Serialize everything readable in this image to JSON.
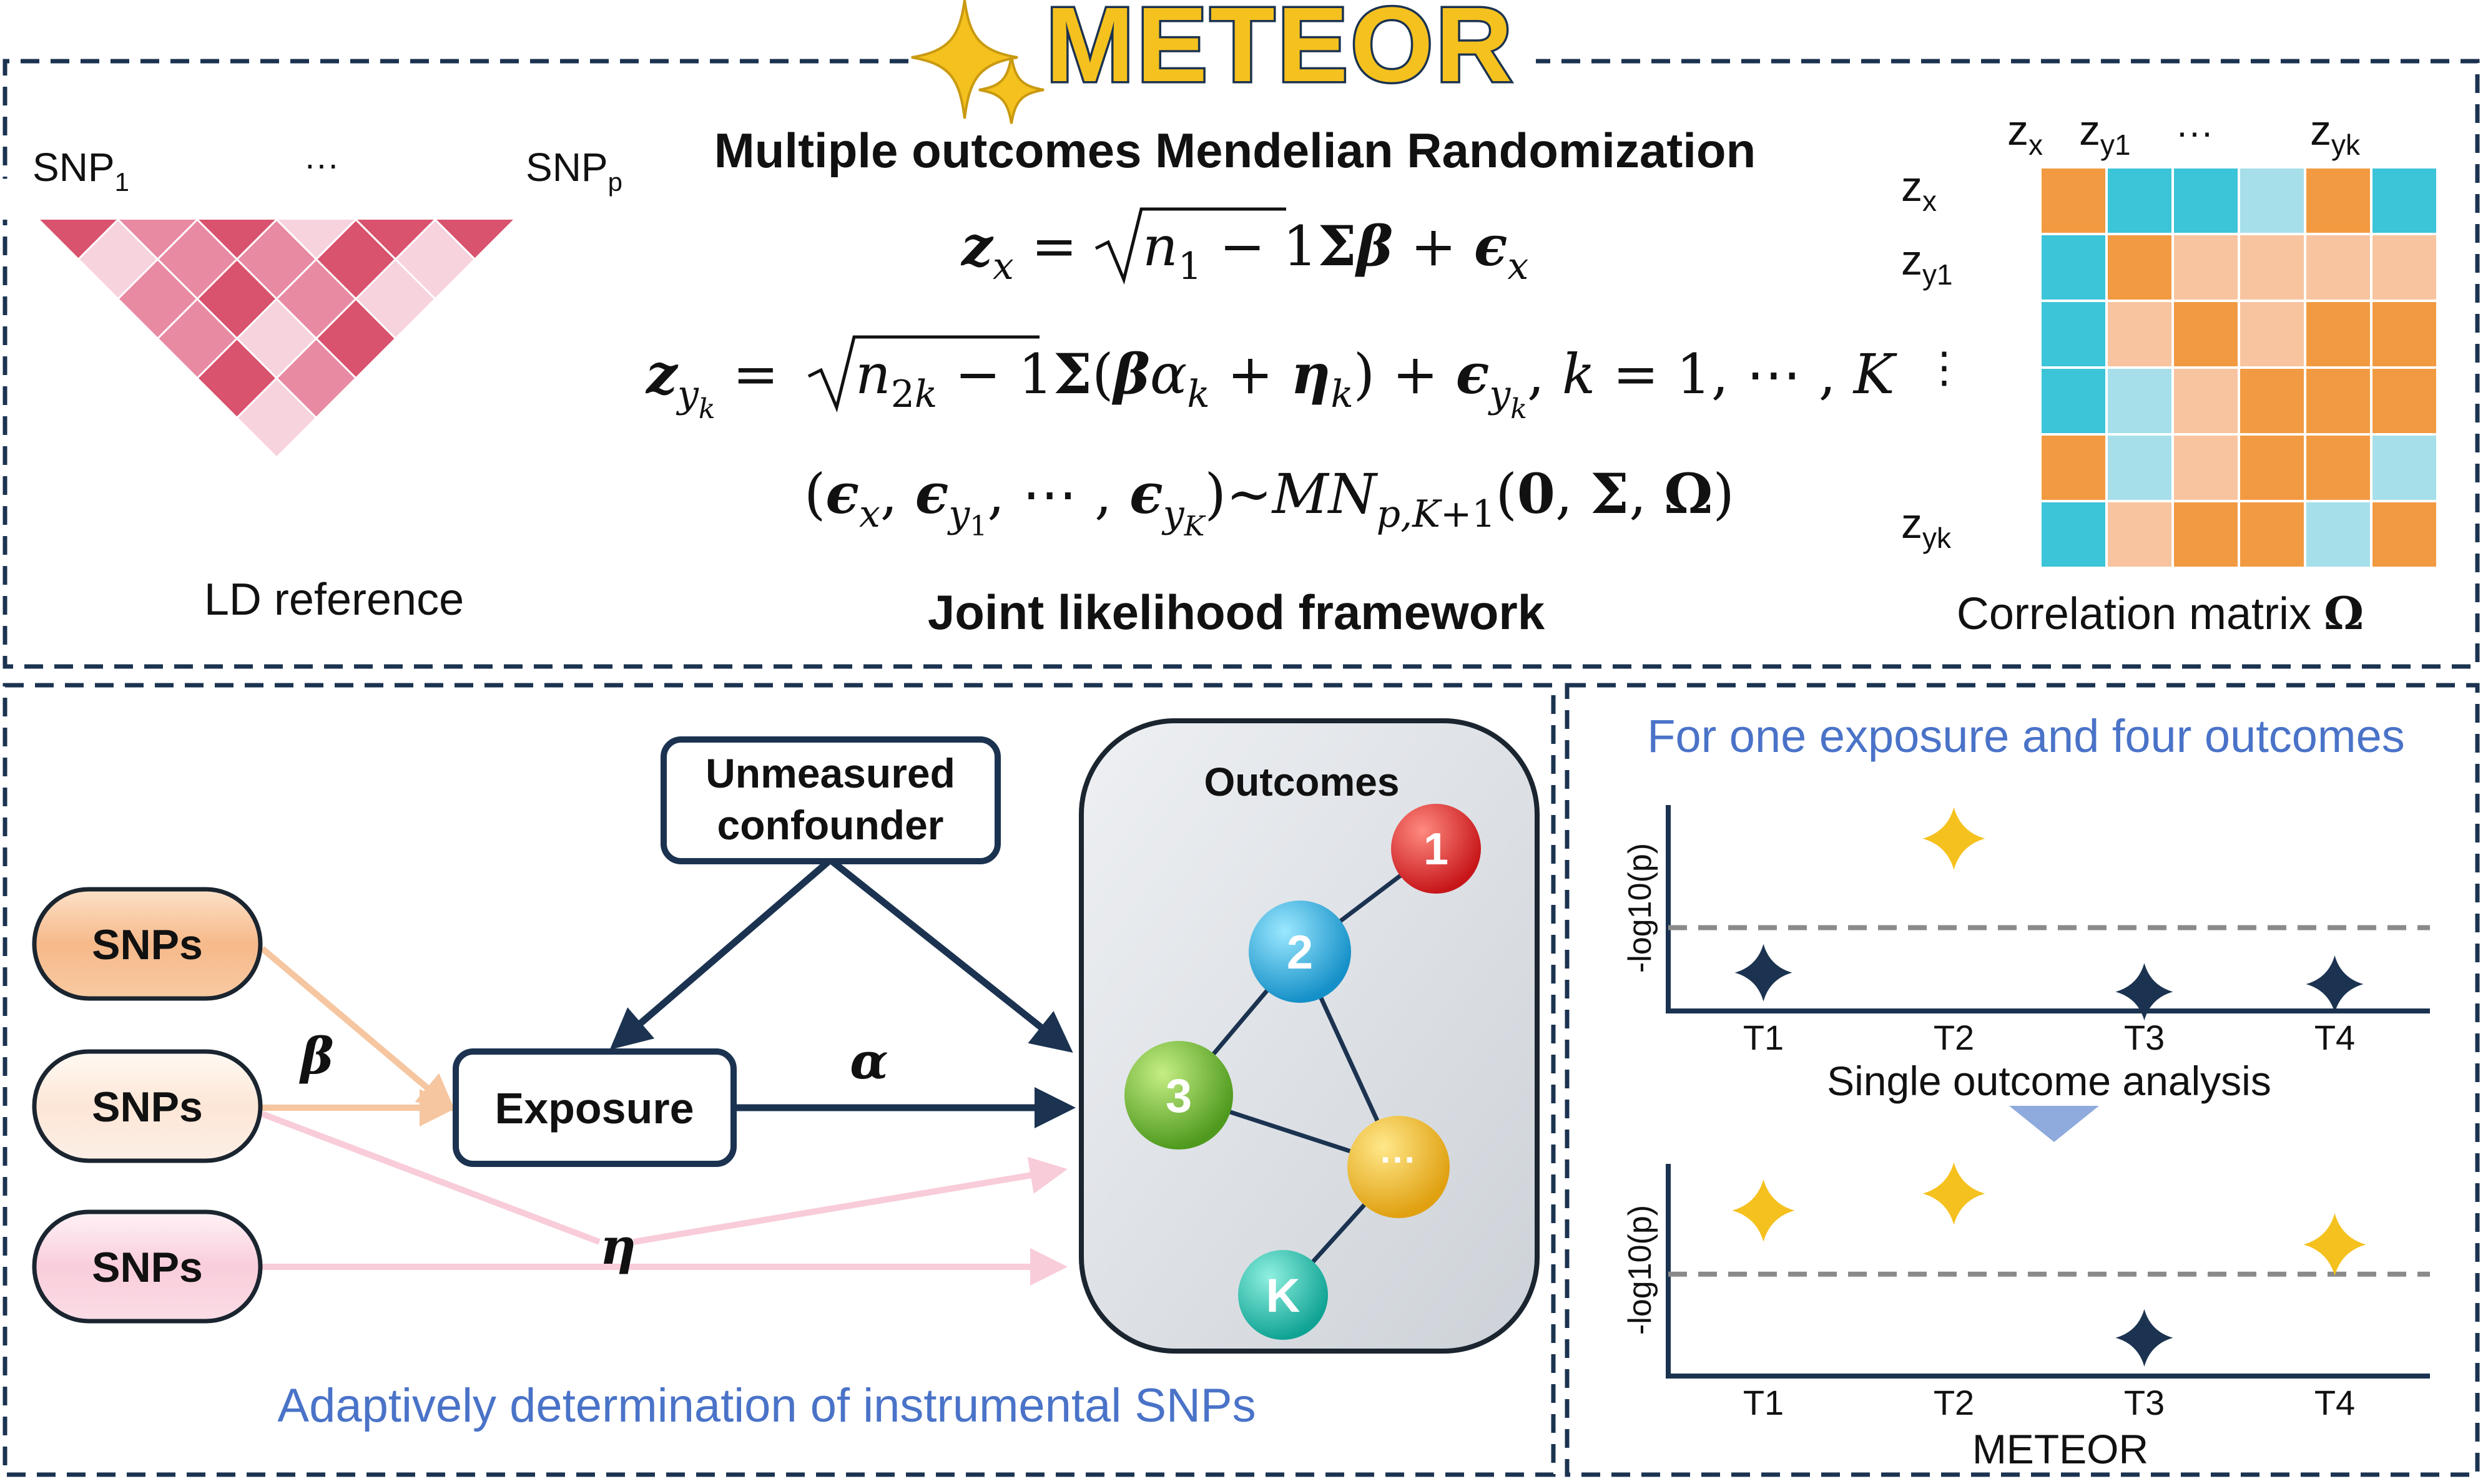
{
  "header": {
    "title": "METEOR"
  },
  "ld": {
    "snp_base": "SNP",
    "snp_first_sub": "1",
    "snp_last_sub": "p",
    "ellipsis": "···",
    "label": "LD reference"
  },
  "model": {
    "title": "Multiple outcomes Mendelian Randomization",
    "framework": "Joint likelihood framework"
  },
  "corr": {
    "col_labels": [
      {
        "base": "z",
        "sub": "x"
      },
      {
        "base": "z",
        "sub": "y1"
      },
      {
        "base": "",
        "sub": "···"
      },
      {
        "base": "z",
        "sub": "yk"
      }
    ],
    "row_labels": [
      {
        "base": "z",
        "sub": "x"
      },
      {
        "base": "z",
        "sub": "y1"
      },
      {
        "base": "",
        "sub": "⋮"
      },
      {
        "base": "z",
        "sub": "yk"
      }
    ],
    "caption": "Correlation matrix",
    "caption_symbol": "Ω",
    "colors": {
      "o": "#f29a42",
      "O": "#f8c49f",
      "c": "#3cc4d8",
      "C": "#a6dfea"
    },
    "grid": [
      "occCoc",
      "coOOOO",
      "cOoOoo",
      "cCOooo",
      "oCOooC",
      "cOooCo"
    ]
  },
  "diagram": {
    "snps": [
      "SNPs",
      "SNPs",
      "SNPs"
    ],
    "beta": "β",
    "alpha": "α",
    "eta": "η",
    "exposure": "Exposure",
    "confounder_line1": "Unmeasured",
    "confounder_line2": "confounder",
    "outcomes_title": "Outcomes",
    "nodes": [
      "1",
      "2",
      "3",
      "···",
      "K"
    ],
    "caption": "Adaptively determination of instrumental SNPs"
  },
  "plots": {
    "title": "For one exposure and four outcomes",
    "ylabel": "-log10(p)",
    "categories": [
      "T1",
      "T2",
      "T3",
      "T4"
    ],
    "single_caption": "Single outcome analysis",
    "meteor_caption": "METEOR"
  },
  "chart_data": [
    {
      "type": "scatter",
      "title": "Single outcome analysis",
      "ylabel": "-log10(p)",
      "categories": [
        "T1",
        "T2",
        "T3",
        "T4"
      ],
      "values": [
        0.25,
        1.65,
        0.05,
        0.13
      ],
      "threshold": 0.72,
      "significant": [
        false,
        true,
        false,
        false
      ],
      "colors": {
        "significant": "#f5c11e",
        "not_significant": "#1b3350"
      }
    },
    {
      "type": "scatter",
      "title": "METEOR",
      "ylabel": "-log10(p)",
      "categories": [
        "T1",
        "T2",
        "T3",
        "T4"
      ],
      "values": [
        0.75,
        0.95,
        -0.75,
        0.35
      ],
      "threshold": 0.0,
      "significant": [
        true,
        true,
        false,
        true
      ],
      "colors": {
        "significant": "#f5c11e",
        "not_significant": "#1b3350"
      }
    }
  ]
}
